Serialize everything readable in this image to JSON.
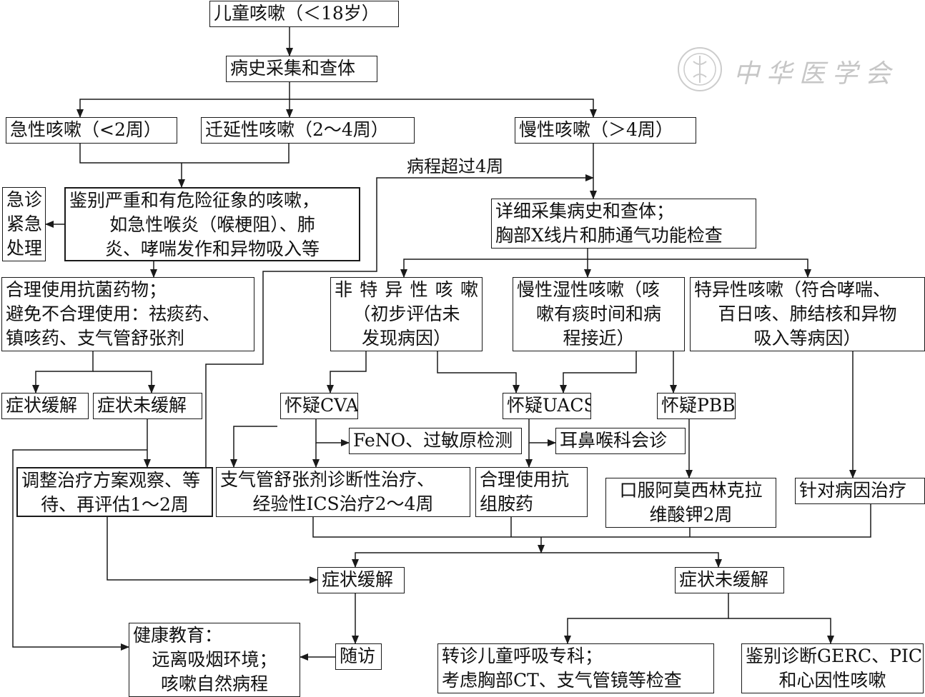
{
  "nodes": {
    "children_cough": {
      "lines": [
        "儿童咳嗽（＜18岁）"
      ]
    },
    "history_exam": {
      "lines": [
        "病史采集和查体"
      ]
    },
    "acute": {
      "lines": [
        "急性咳嗽（<2周）"
      ]
    },
    "prolonged": {
      "lines": [
        "迁延性咳嗽（2～4周）"
      ]
    },
    "chronic": {
      "lines": [
        "慢性咳嗽（＞4周）"
      ]
    },
    "emergency": {
      "lines": [
        "急诊",
        "紧急",
        "处理"
      ]
    },
    "danger_signs": {
      "lines": [
        "鉴别严重和有危险征象的咳嗽，",
        "如急性喉炎（喉梗阻）、肺",
        "炎、哮喘发作和异物吸入等"
      ]
    },
    "detailed_exam": {
      "lines": [
        "详细采集病史和查体；",
        "胸部X线片和肺通气功能检查"
      ]
    },
    "antibiotics": {
      "lines": [
        "合理使用抗菌药物；",
        "避免不合理使用：祛痰药、",
        "镇咳药、支气管舒张剂"
      ]
    },
    "nonspecific": {
      "lines": [
        "非特异性咳嗽",
        "（初步评估未",
        "发现病因）"
      ]
    },
    "chronic_wet": {
      "lines": [
        "慢性湿性咳嗽（咳",
        "嗽有痰时间和病",
        "程接近）"
      ]
    },
    "specific": {
      "lines": [
        "特异性咳嗽（符合哮喘、",
        "百日咳、肺结核和异物",
        "吸入等病因）"
      ]
    },
    "relieved_1": {
      "lines": [
        "症状缓解"
      ]
    },
    "not_relieved_1": {
      "lines": [
        "症状未缓解"
      ]
    },
    "suspect_cva": {
      "lines": [
        "怀疑CVA"
      ]
    },
    "suspect_uacs": {
      "lines": [
        "怀疑UACS"
      ]
    },
    "suspect_pbb": {
      "lines": [
        "怀疑PBB"
      ]
    },
    "feno_test": {
      "lines": [
        "FeNO、过敏原检测"
      ]
    },
    "ent_consult": {
      "lines": [
        "耳鼻喉科会诊"
      ]
    },
    "adjust_plan": {
      "lines": [
        "调整治疗方案观察、等",
        "待、再评估1～2周"
      ]
    },
    "bronchodilator": {
      "lines": [
        "支气管舒张剂诊断性治疗、",
        "经验性ICS治疗2～4周"
      ]
    },
    "antihistamine": {
      "lines": [
        "合理使用抗",
        "组胺药"
      ]
    },
    "amoxicillin": {
      "lines": [
        "口服阿莫西林克拉",
        "维酸钾2周"
      ]
    },
    "etiology_treat": {
      "lines": [
        "针对病因治疗"
      ]
    },
    "relieved_2": {
      "lines": [
        "症状缓解"
      ]
    },
    "not_relieved_2": {
      "lines": [
        "症状未缓解"
      ]
    },
    "health_edu": {
      "lines": [
        "健康教育：",
        "远离吸烟环境；",
        "咳嗽自然病程"
      ]
    },
    "follow_up": {
      "lines": [
        "随访"
      ]
    },
    "referral": {
      "lines": [
        "转诊儿童呼吸专科；",
        "考虑胸部CT、支气管镜等检查"
      ]
    },
    "differential": {
      "lines": [
        "鉴别诊断GERC、PIC",
        "和心因性咳嗽"
      ]
    }
  },
  "edge_labels": {
    "over_4_weeks": "病程超过4周"
  },
  "watermark": {
    "text": "中华医学会"
  },
  "colors": {
    "line": "#1a1a1a",
    "text": "#111111",
    "background": "#ffffff"
  }
}
